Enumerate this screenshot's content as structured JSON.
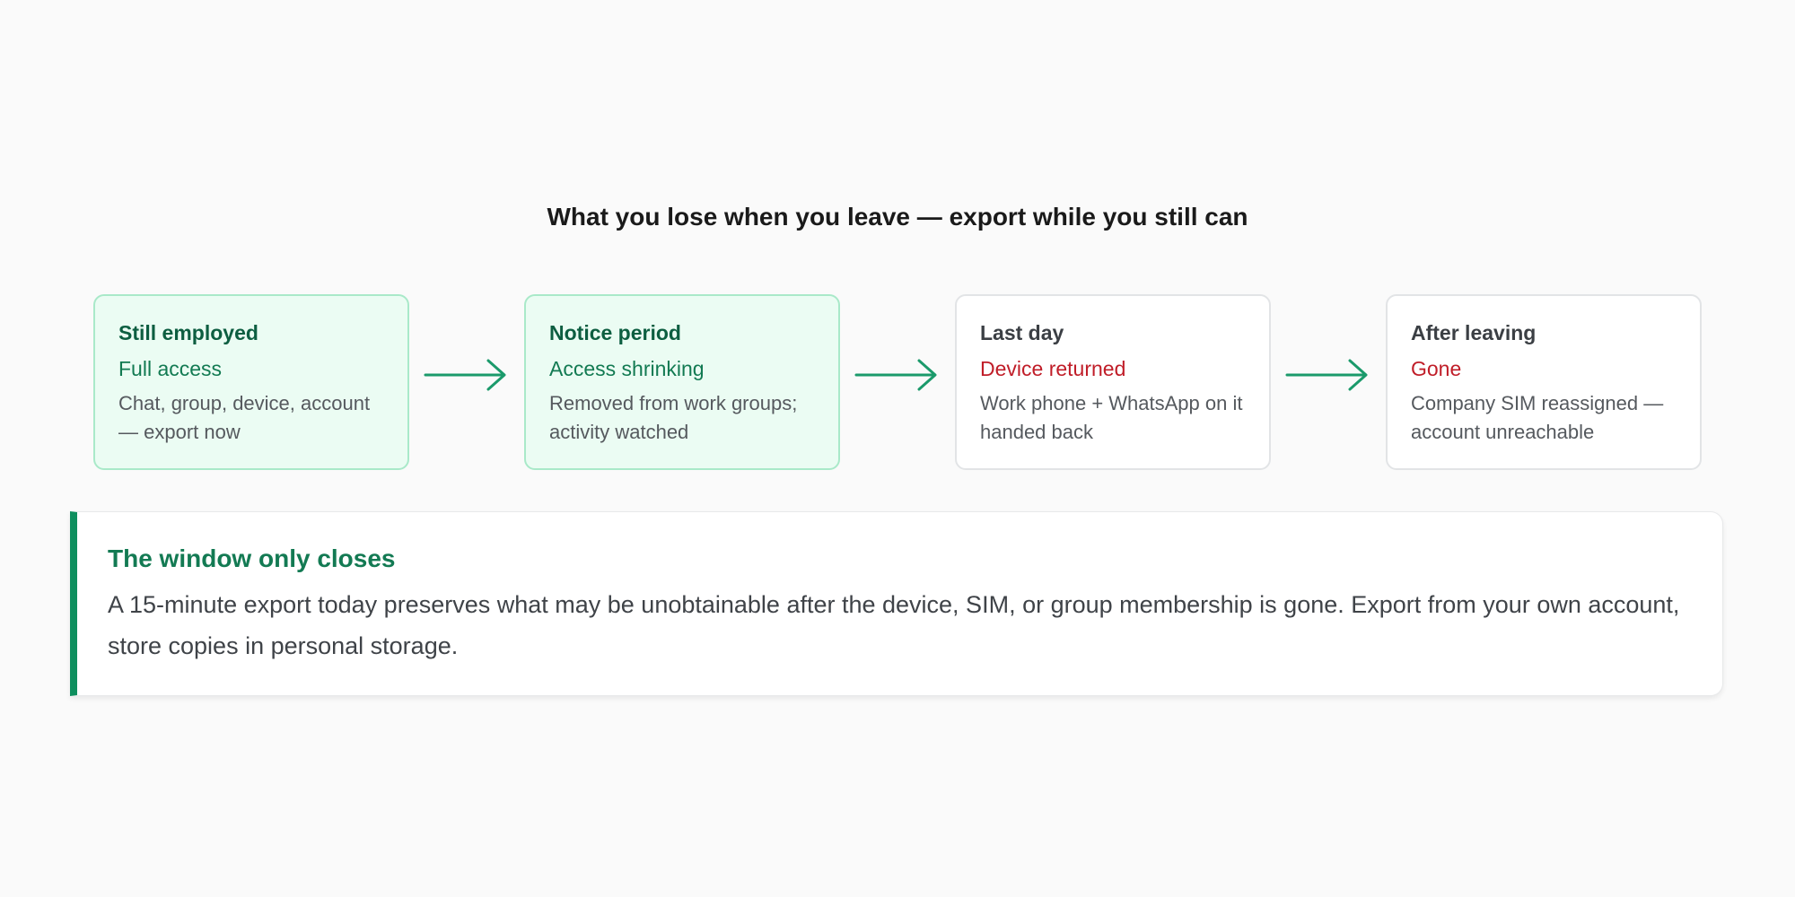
{
  "page": {
    "title": "What you lose when you leave — export while you still can"
  },
  "colors": {
    "background": "#fafafa",
    "accent_green": "#0e8f5e",
    "active_fill": "#ebfcf3",
    "active_border": "#a9e9c9",
    "lost_red": "#c01d28",
    "arrow_green": "#1b9a6b"
  },
  "steps": [
    {
      "title": "Still employed",
      "status": "Full access",
      "description": "Chat, group, device, account — export now",
      "state": "active"
    },
    {
      "title": "Notice period",
      "status": "Access shrinking",
      "description": "Removed from work groups; activity watched",
      "state": "active"
    },
    {
      "title": "Last day",
      "status": "Device returned",
      "description": "Work phone + WhatsApp on it handed back",
      "state": "lost"
    },
    {
      "title": "After leaving",
      "status": "Gone",
      "description": "Company SIM reassigned — account unreachable",
      "state": "lost"
    }
  ],
  "connectors": {
    "icon": "arrow-right-icon"
  },
  "callout": {
    "title": "The window only closes",
    "body": "A 15-minute export today preserves what may be unobtainable after the device, SIM, or group membership is gone. Export from your own account, store copies in personal storage."
  }
}
